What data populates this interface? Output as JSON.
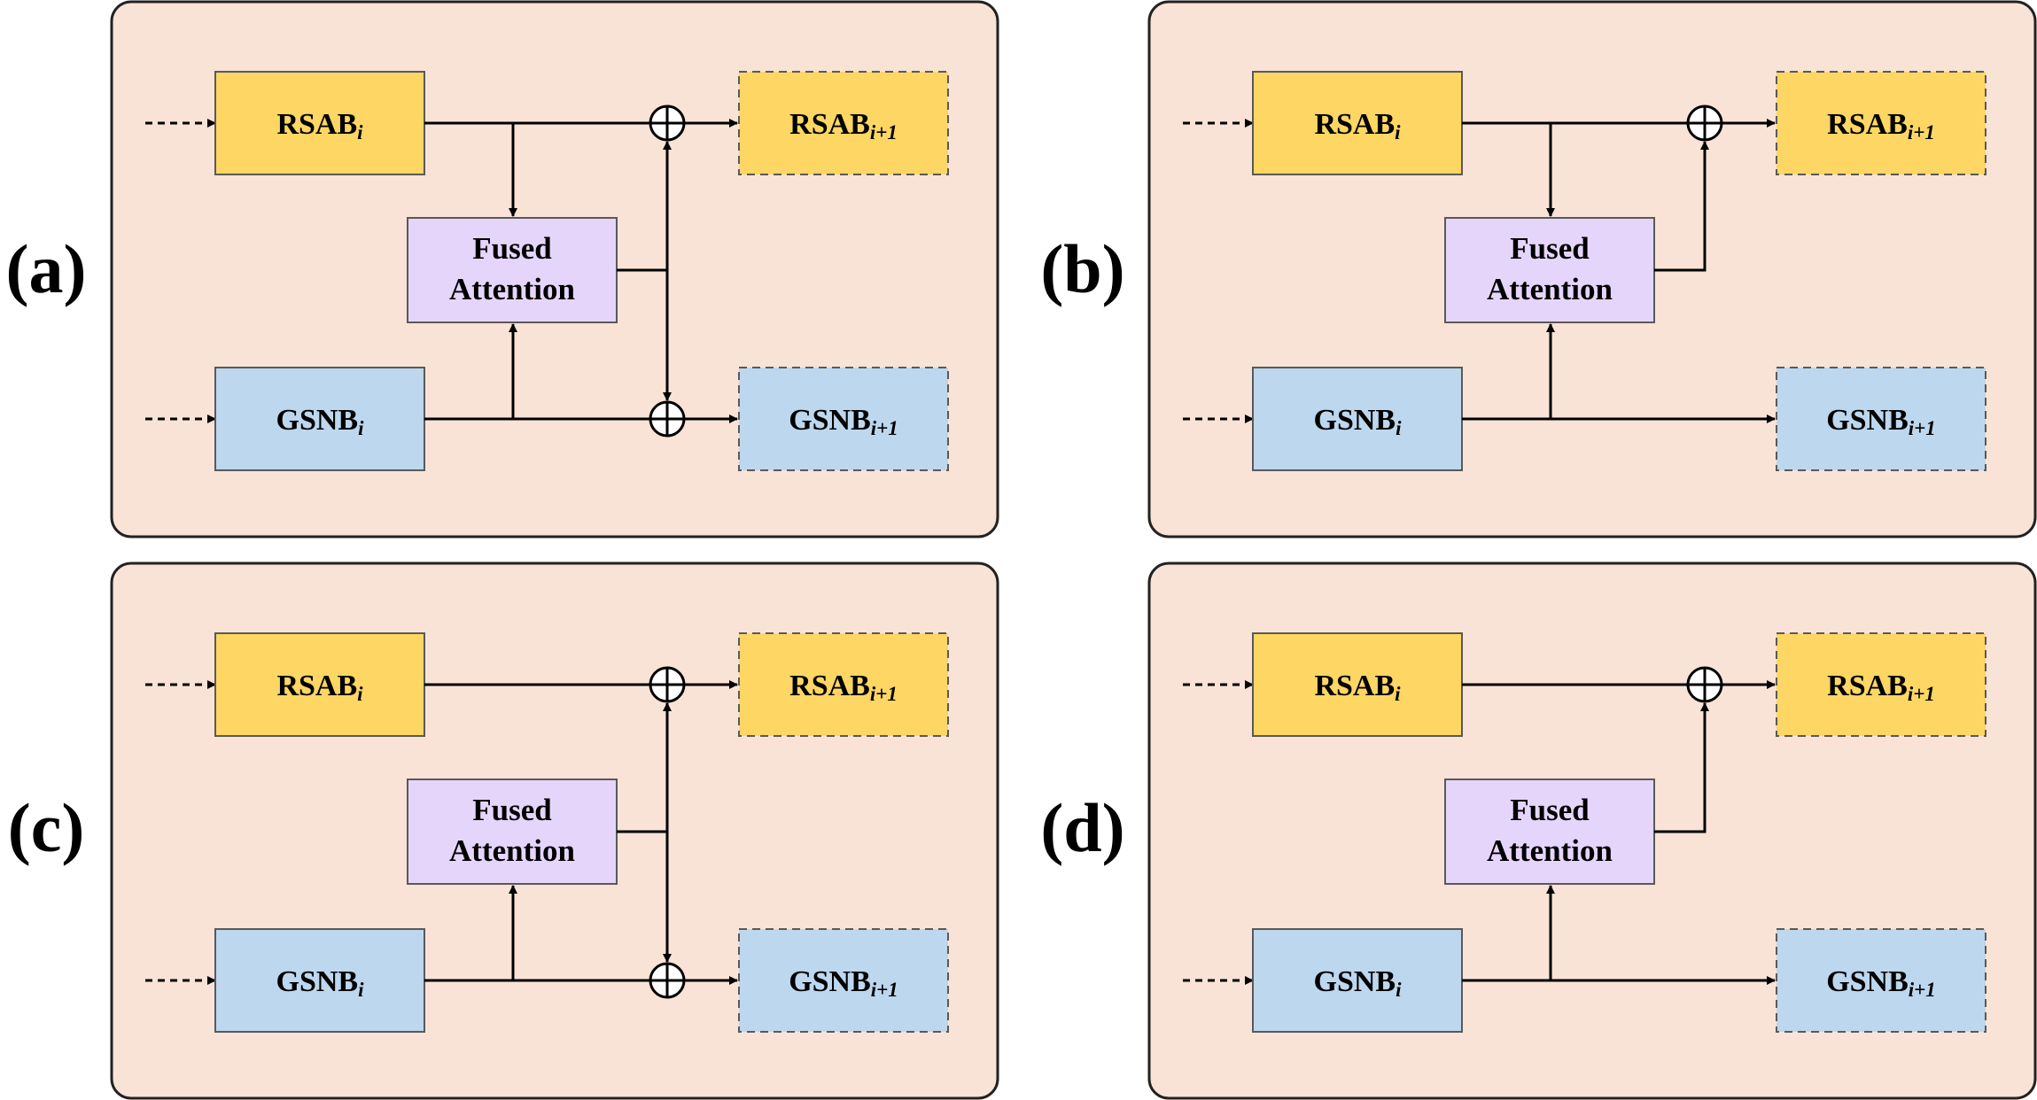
{
  "colors": {
    "panel_bg": "#f9e3d6",
    "rsab": "#fdd663",
    "gsnb": "#bdd7ee",
    "fused": "#e6d5fb",
    "line": "#000000"
  },
  "blocks": {
    "rsab": {
      "base": "RSAB",
      "sub_i": "i",
      "sub_next": "i+1"
    },
    "gsnb": {
      "base": "GSNB",
      "sub_i": "i",
      "sub_next": "i+1"
    },
    "fused": {
      "line1": "Fused",
      "line2": "Attention"
    }
  },
  "panels": [
    {
      "label": "(a)",
      "rsab_to_fused": true,
      "fused_to_rsab_sum": true,
      "fused_to_gsnb_sum": true
    },
    {
      "label": "(b)",
      "rsab_to_fused": true,
      "fused_to_rsab_sum": true,
      "fused_to_gsnb_sum": false
    },
    {
      "label": "(c)",
      "rsab_to_fused": false,
      "fused_to_rsab_sum": true,
      "fused_to_gsnb_sum": true
    },
    {
      "label": "(d)",
      "rsab_to_fused": false,
      "fused_to_rsab_sum": true,
      "fused_to_gsnb_sum": false
    }
  ]
}
